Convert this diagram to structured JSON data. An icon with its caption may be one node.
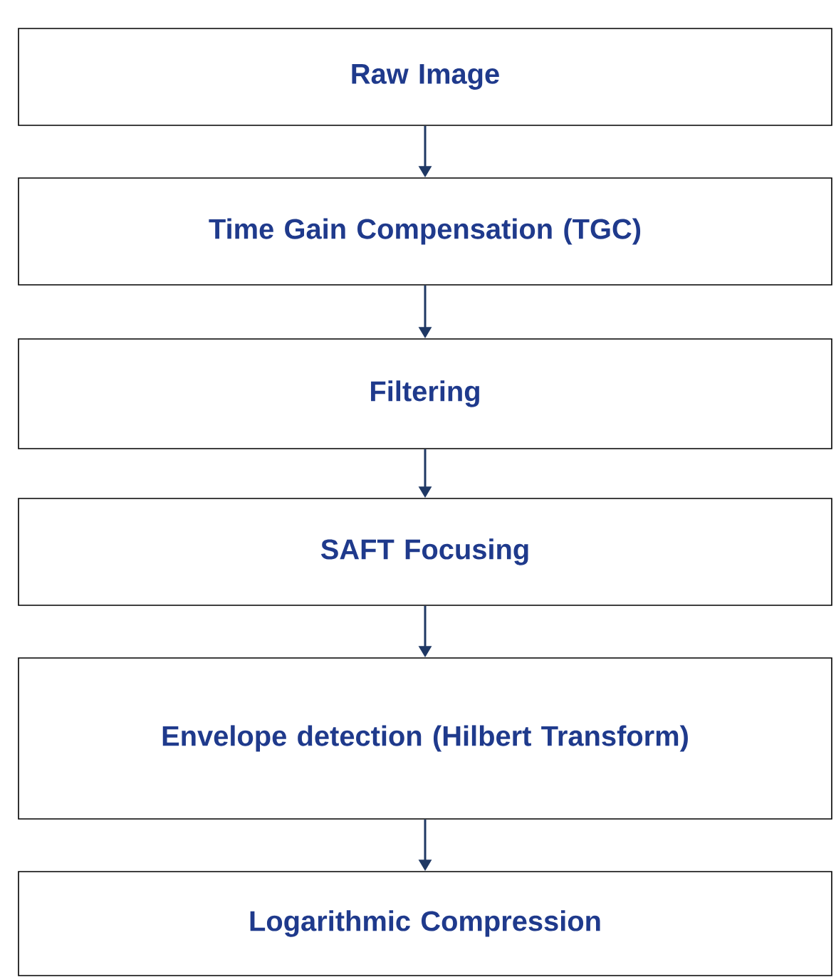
{
  "diagram": {
    "nodes": [
      {
        "text": [
          "Raw Image"
        ]
      },
      {
        "text": [
          "Time Gain Compensation (TGC)"
        ]
      },
      {
        "text": [
          "Filtering"
        ]
      },
      {
        "text": [
          "SAFT Focusing"
        ]
      },
      {
        "text": [
          "Envelope detection (Hilbert Transform)"
        ]
      },
      {
        "text": [
          "Logarithmic Compression"
        ]
      }
    ],
    "edges": [
      {
        "from": 0,
        "to": 1,
        "arrow": "to"
      },
      {
        "from": 1,
        "to": 2,
        "arrow": "to"
      },
      {
        "from": 2,
        "to": 3,
        "arrow": "to"
      },
      {
        "from": 3,
        "to": 4,
        "arrow": "to"
      },
      {
        "from": 4,
        "to": 5,
        "arrow": "to"
      }
    ]
  }
}
